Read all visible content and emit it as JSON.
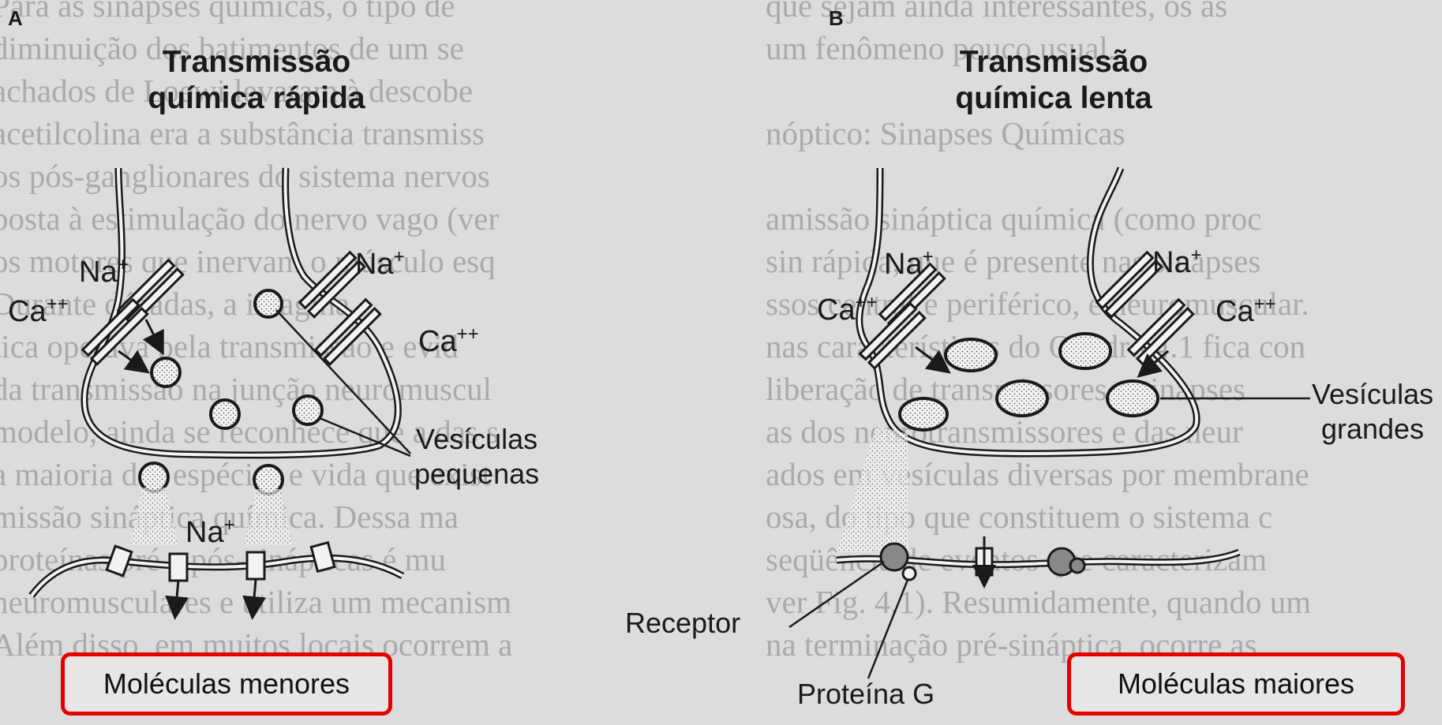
{
  "background_text": {
    "column_left": [
      "Para as sinapses químicas, o tipo de",
      "diminuição dos batimentos de um se",
      "achados de Loewi levaram à descobe",
      "acetilcolina era a substância transmiss",
      "os pós-ganglionares do sistema nervos",
      "posta à estimulação do nervo vago (ver",
      "os motores que inervam o músculo esq",
      "Durante décadas, a imagina",
      "tica operava pela transmissão e evid",
      "da transmissão na junção neuromuscul",
      "modelo, ainda se reconhece que a das s",
      "a maioria das espécies e vida que exist",
      "missão sináptica química. Dessa ma",
      "proteínas pré e pós-sinápticas é mu",
      "neuromusculares e utiliza um mecanism",
      "Além disso, em muitos locais ocorrem a"
    ],
    "column_right": [
      "que sejam ainda interessantes, os as",
      "um fenômeno pouco usual.",
      "",
      "nóptico: Sinapses Químicas",
      "",
      "amissão sináptica química (como proc",
      "sin rápida, que é presente nas sinapses",
      "ssos central e periférico, e neuromuscular.",
      "nas características do Quadro 4.1 fica con",
      "liberação de transmissores e sinapses",
      "as dos neurotransmissores e das neur",
      "ados em vesículas diversas por membrane",
      "osa, do tipo que constituem o sistema c",
      "seqüência de eventos que caracterizam",
      "ver Fig. 4.1). Resumidamente, quando um",
      "na terminação pré-sináptica, ocorre as"
    ]
  },
  "panel_a": {
    "letter": "A",
    "title_line1": "Transmissão",
    "title_line2": "química rápida",
    "na_left": "Na",
    "na_right": "Na",
    "na_bottom": "Na",
    "ca_left": "Ca",
    "ca_right": "Ca",
    "plus": "+",
    "plus2": "++",
    "vesicles_line1": "Vesículas",
    "vesicles_line2": "pequenas",
    "caption": "Moléculas menores"
  },
  "panel_b": {
    "letter": "B",
    "title_line1": "Transmissão",
    "title_line2": "química lenta",
    "na_left": "Na",
    "na_right": "Na",
    "ca_left": "Ca",
    "ca_right": "Ca",
    "plus": "+",
    "plus2": "++",
    "vesicles_line1": "Vesículas",
    "vesicles_line2": "grandes",
    "receptor": "Receptor",
    "g_protein": "Proteína G",
    "caption": "Moléculas maiores"
  },
  "colors": {
    "caption_border": "#e60000",
    "ink": "#1a1a1a",
    "paper": "#dcdcdc",
    "bleed_text": "#aaaaaa"
  }
}
